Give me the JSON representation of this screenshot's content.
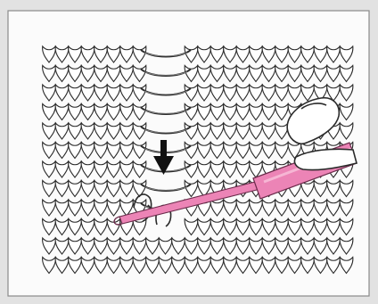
{
  "figure": {
    "subject": "knitting-stitch-repair-illustration",
    "tool": "latch-hook",
    "arrow_direction": "down",
    "colors": {
      "outer_background": "#e2e2e2",
      "panel_background": "#fbfbfb",
      "stitch_outline": "#2a2a2a",
      "stitch_fill": "#ffffff",
      "hook_color": "#ec84b6",
      "hook_outline": "#6a2a4a",
      "arrow_color": "#111111",
      "finger_fill": "#ffffff"
    }
  }
}
